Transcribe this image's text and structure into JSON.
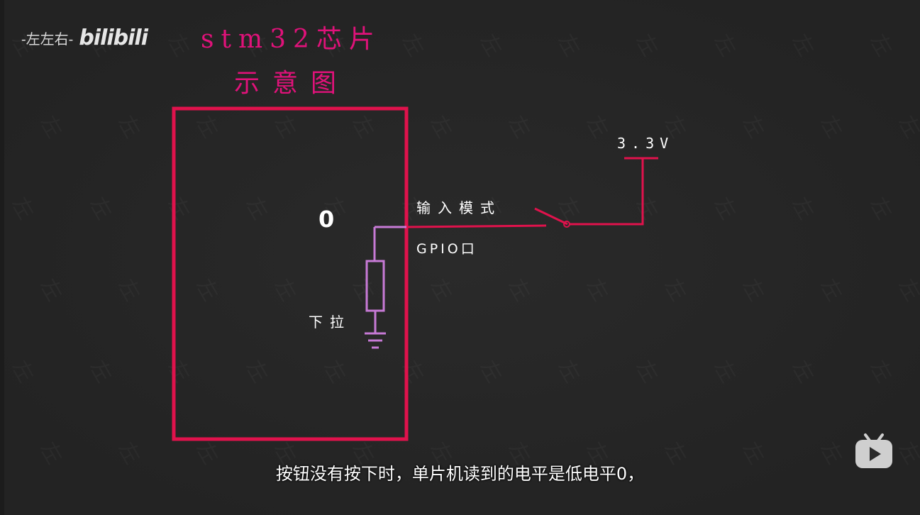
{
  "channel": {
    "name": "-左左右-",
    "logo": "bilibili"
  },
  "diagram": {
    "title": "stm32芯片",
    "subtitle": "示意图",
    "pin_value": "0",
    "voltage_label": "3.3V",
    "mode_label": "输入模式",
    "gpio_label": "GPIO口",
    "pulldown_label": "下拉"
  },
  "caption": "按钮没有按下时，单片机读到的电平是低电平0，",
  "colors": {
    "chip": "#e0124c",
    "wire": "#e0124c",
    "pulldown": "#c77ad6",
    "title": "#e0127a"
  },
  "icons": {
    "player": "bilibili-tv-icon"
  }
}
